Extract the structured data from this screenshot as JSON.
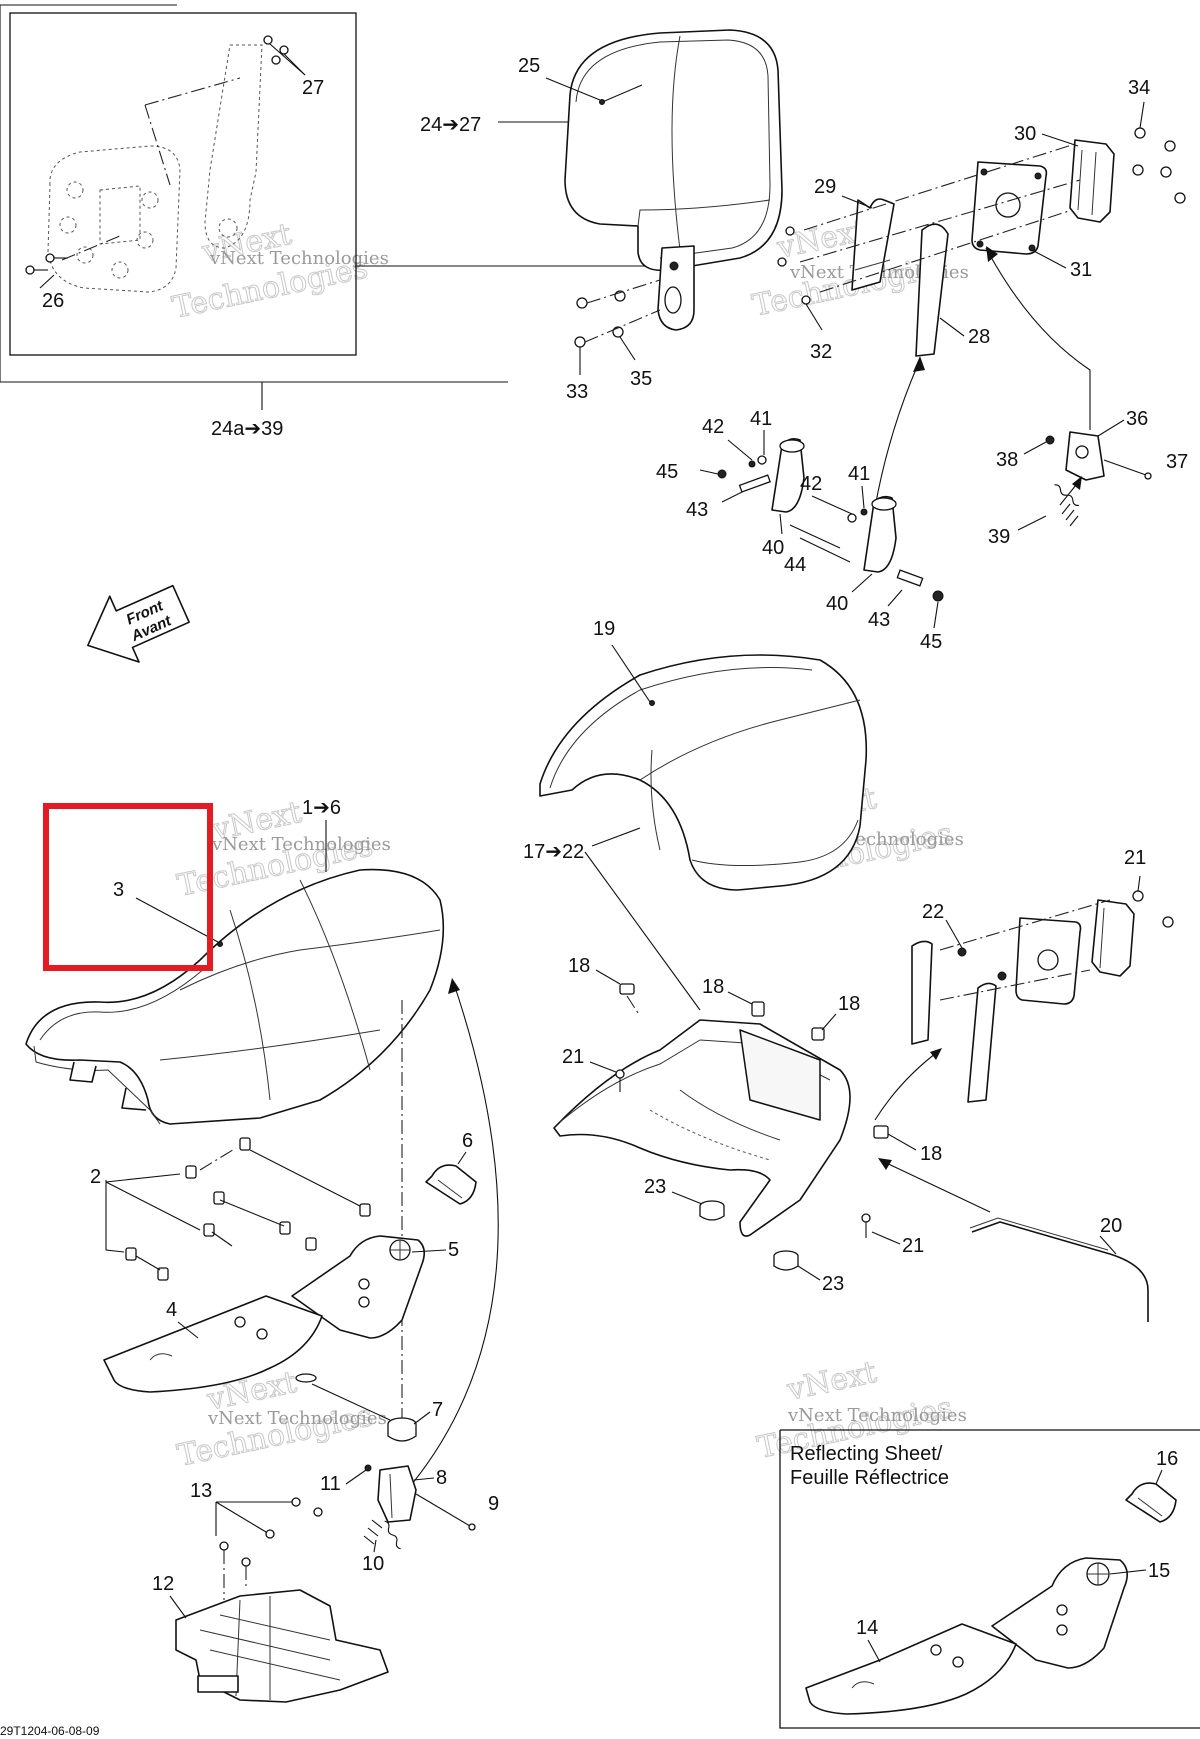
{
  "colors": {
    "line": "#111111",
    "highlight": "#e41b23",
    "watermark": "#c8c8c8"
  },
  "callouts": {
    "c1_6": "1➔6",
    "c2": "2",
    "c3": "3",
    "c4": "4",
    "c5": "5",
    "c6": "6",
    "c7": "7",
    "c8": "8",
    "c9": "9",
    "c10": "10",
    "c11": "11",
    "c12": "12",
    "c13": "13",
    "c14": "14",
    "c15": "15",
    "c16": "16",
    "c17_22": "17➔22",
    "c18": "18",
    "c19": "19",
    "c20": "20",
    "c21": "21",
    "c22": "22",
    "c23": "23",
    "c24_27": "24➔27",
    "c24a_39": "24a➔39",
    "c25": "25",
    "c26": "26",
    "c27": "27",
    "c28": "28",
    "c29": "29",
    "c30": "30",
    "c31": "31",
    "c32": "32",
    "c33": "33",
    "c34": "34",
    "c35": "35",
    "c36": "36",
    "c37": "37",
    "c38": "38",
    "c39": "39",
    "c40": "40",
    "c41": "41",
    "c42": "42",
    "c43": "43",
    "c44": "44",
    "c45": "45"
  },
  "front_arrow": {
    "line1": "Front",
    "line2": "Avant"
  },
  "inset": {
    "title_line1": "Reflecting Sheet/",
    "title_line2": "Feuille Réflectrice"
  },
  "watermark": {
    "brand_line1": "vNext",
    "brand_line2": "Technologies",
    "small": "vNext Technologies"
  },
  "footer": {
    "code": "29T1204-06-08-09"
  }
}
